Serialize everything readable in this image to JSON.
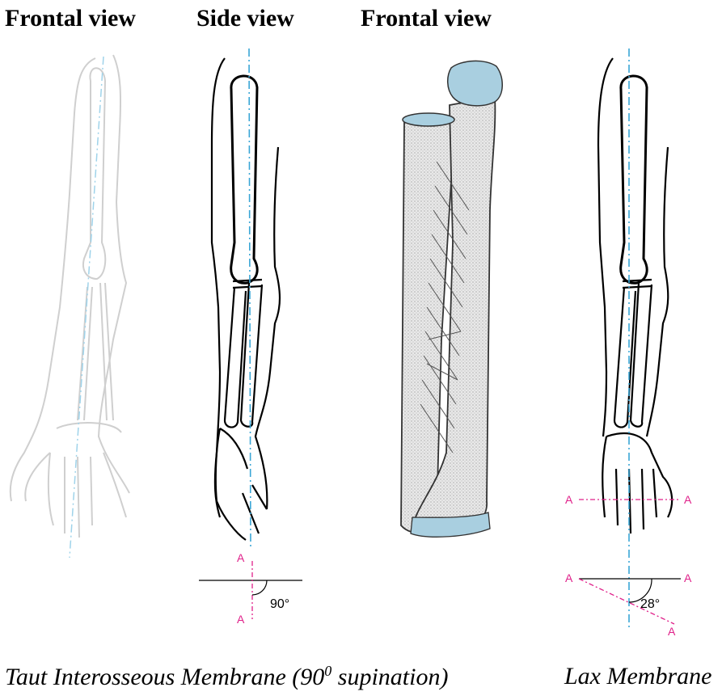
{
  "headings": {
    "frontal_left": "Frontal view",
    "side": "Side view",
    "frontal_right": "Frontal view"
  },
  "captions": {
    "taut_prefix": "Taut Interosseous Membrane (90",
    "taut_sup": "0",
    "taut_suffix": " supination)",
    "lax": "Lax Membrane"
  },
  "angles": {
    "side_angle": "90°",
    "right_angle": "28°"
  },
  "axis_labels": {
    "a": "A"
  },
  "colors": {
    "axis_blue": "#3aa6d6",
    "axis_magenta": "#e0218a",
    "ghost_gray": "#cfcfcf",
    "bone_fill": "#d9d9d9",
    "cartilage_blue": "#a9cfe0"
  }
}
